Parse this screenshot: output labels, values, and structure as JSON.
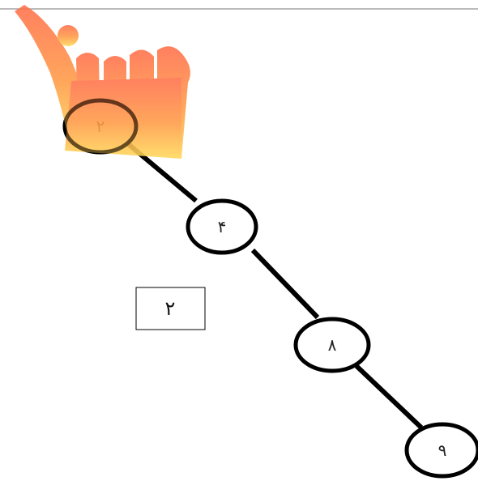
{
  "tree": {
    "nodes": [
      {
        "label": "۲"
      },
      {
        "label": "۴"
      },
      {
        "label": "۸"
      },
      {
        "label": "۹"
      }
    ]
  },
  "input_box": {
    "value": "۲"
  },
  "colors": {
    "stroke": "#000000",
    "divider": "#777777",
    "hand_top": "#ff6f4a",
    "hand_bottom": "#ffd95a"
  },
  "icons": {
    "hand": "pointing-hand-icon"
  }
}
